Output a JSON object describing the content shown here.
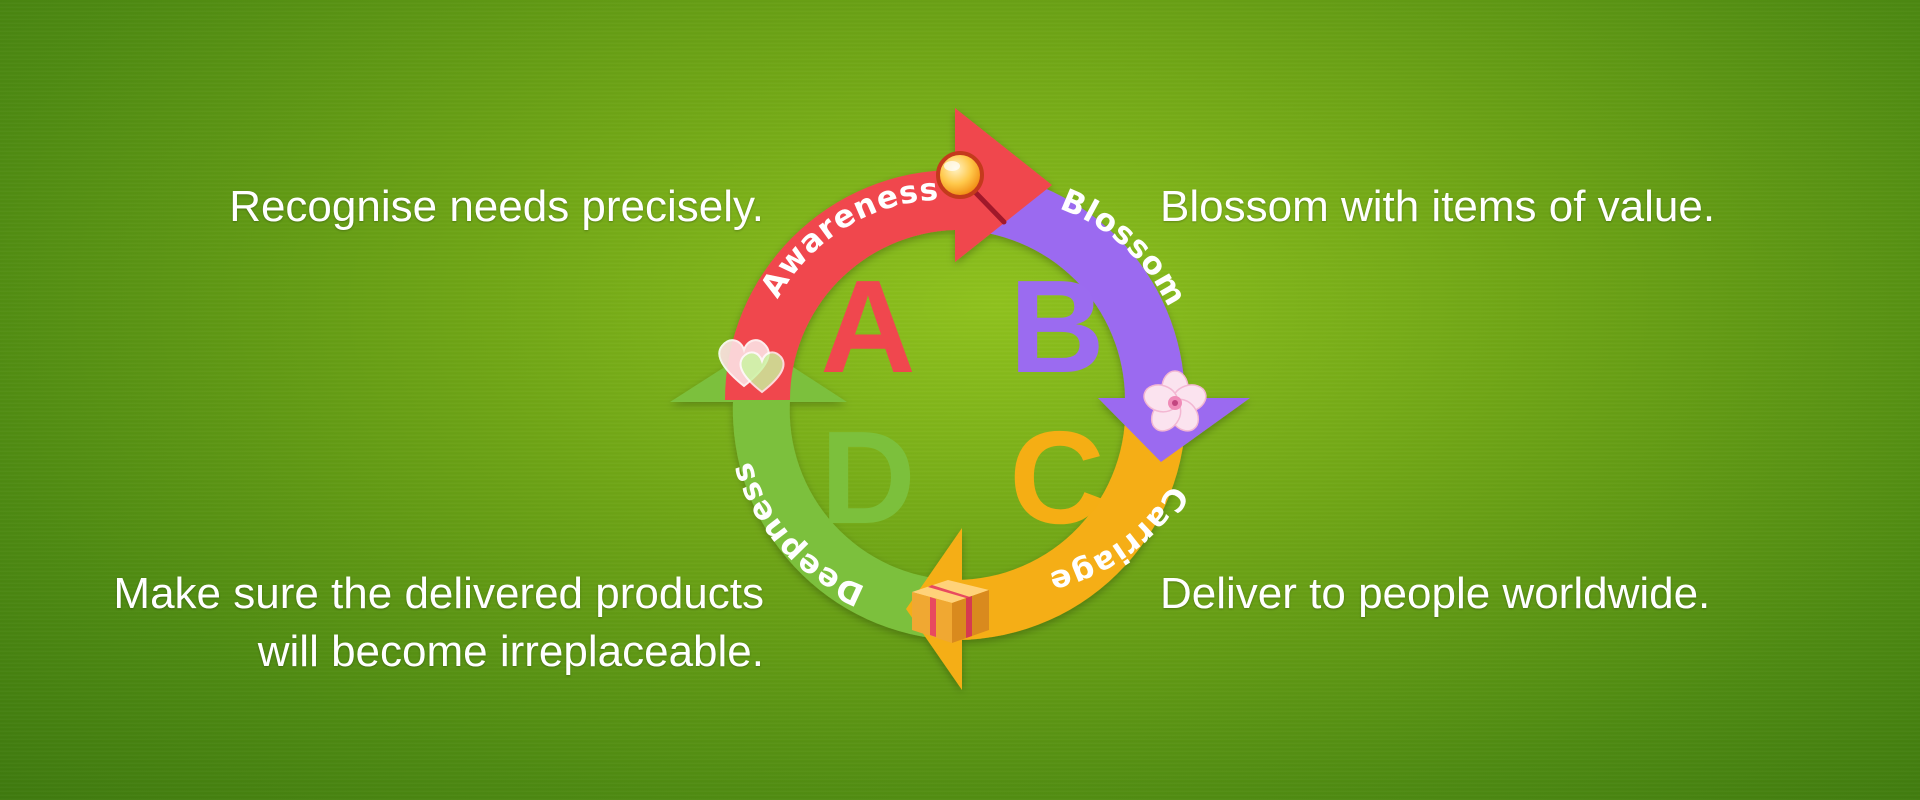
{
  "stages": [
    {
      "id": "a",
      "letter": "A",
      "label": "Awareness",
      "caption": [
        "Recognise needs precisely."
      ],
      "icon": "magnifier-icon",
      "color": "#f0474e"
    },
    {
      "id": "b",
      "letter": "B",
      "label": "Blossom",
      "caption": [
        "Blossom with items of value."
      ],
      "icon": "flower-icon",
      "color": "#9b6bf0"
    },
    {
      "id": "c",
      "letter": "C",
      "label": "Carriage",
      "caption": [
        "Deliver to people worldwide."
      ],
      "icon": "gift-box-icon",
      "color": "#f5ae14"
    },
    {
      "id": "d",
      "letter": "D",
      "label": "Deepness",
      "caption": [
        "Make sure the delivered products",
        "will become irreplaceable."
      ],
      "icon": "hearts-icon",
      "color": "#7cc03c"
    }
  ],
  "background_color": "#6fa516"
}
